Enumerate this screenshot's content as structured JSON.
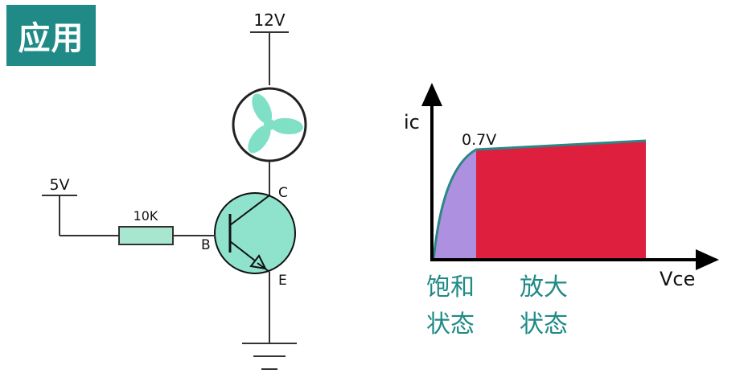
{
  "header": {
    "title": "应用"
  },
  "circuit": {
    "supply_label": "12V",
    "input_label": "5V",
    "resistor_label": "10K",
    "collector_label": "C",
    "base_label": "B",
    "emitter_label": "E"
  },
  "graph": {
    "y_label": "ic",
    "x_label": "Vce",
    "knee_label": "0.7V",
    "region_saturation": [
      "饱和",
      "状态"
    ],
    "region_amplify": [
      "放大",
      "状态"
    ]
  },
  "colors": {
    "accent": "#1f8a86",
    "fan": "#7fe0c6",
    "transistor": "#8fe2cb",
    "resistor": "#a8e6cf",
    "saturation_fill": "#ad90e0",
    "amplify_fill": "#df1f3e",
    "curve": "#2a8785"
  },
  "icons": {
    "fan": "fan-icon",
    "ground": "ground-icon"
  }
}
